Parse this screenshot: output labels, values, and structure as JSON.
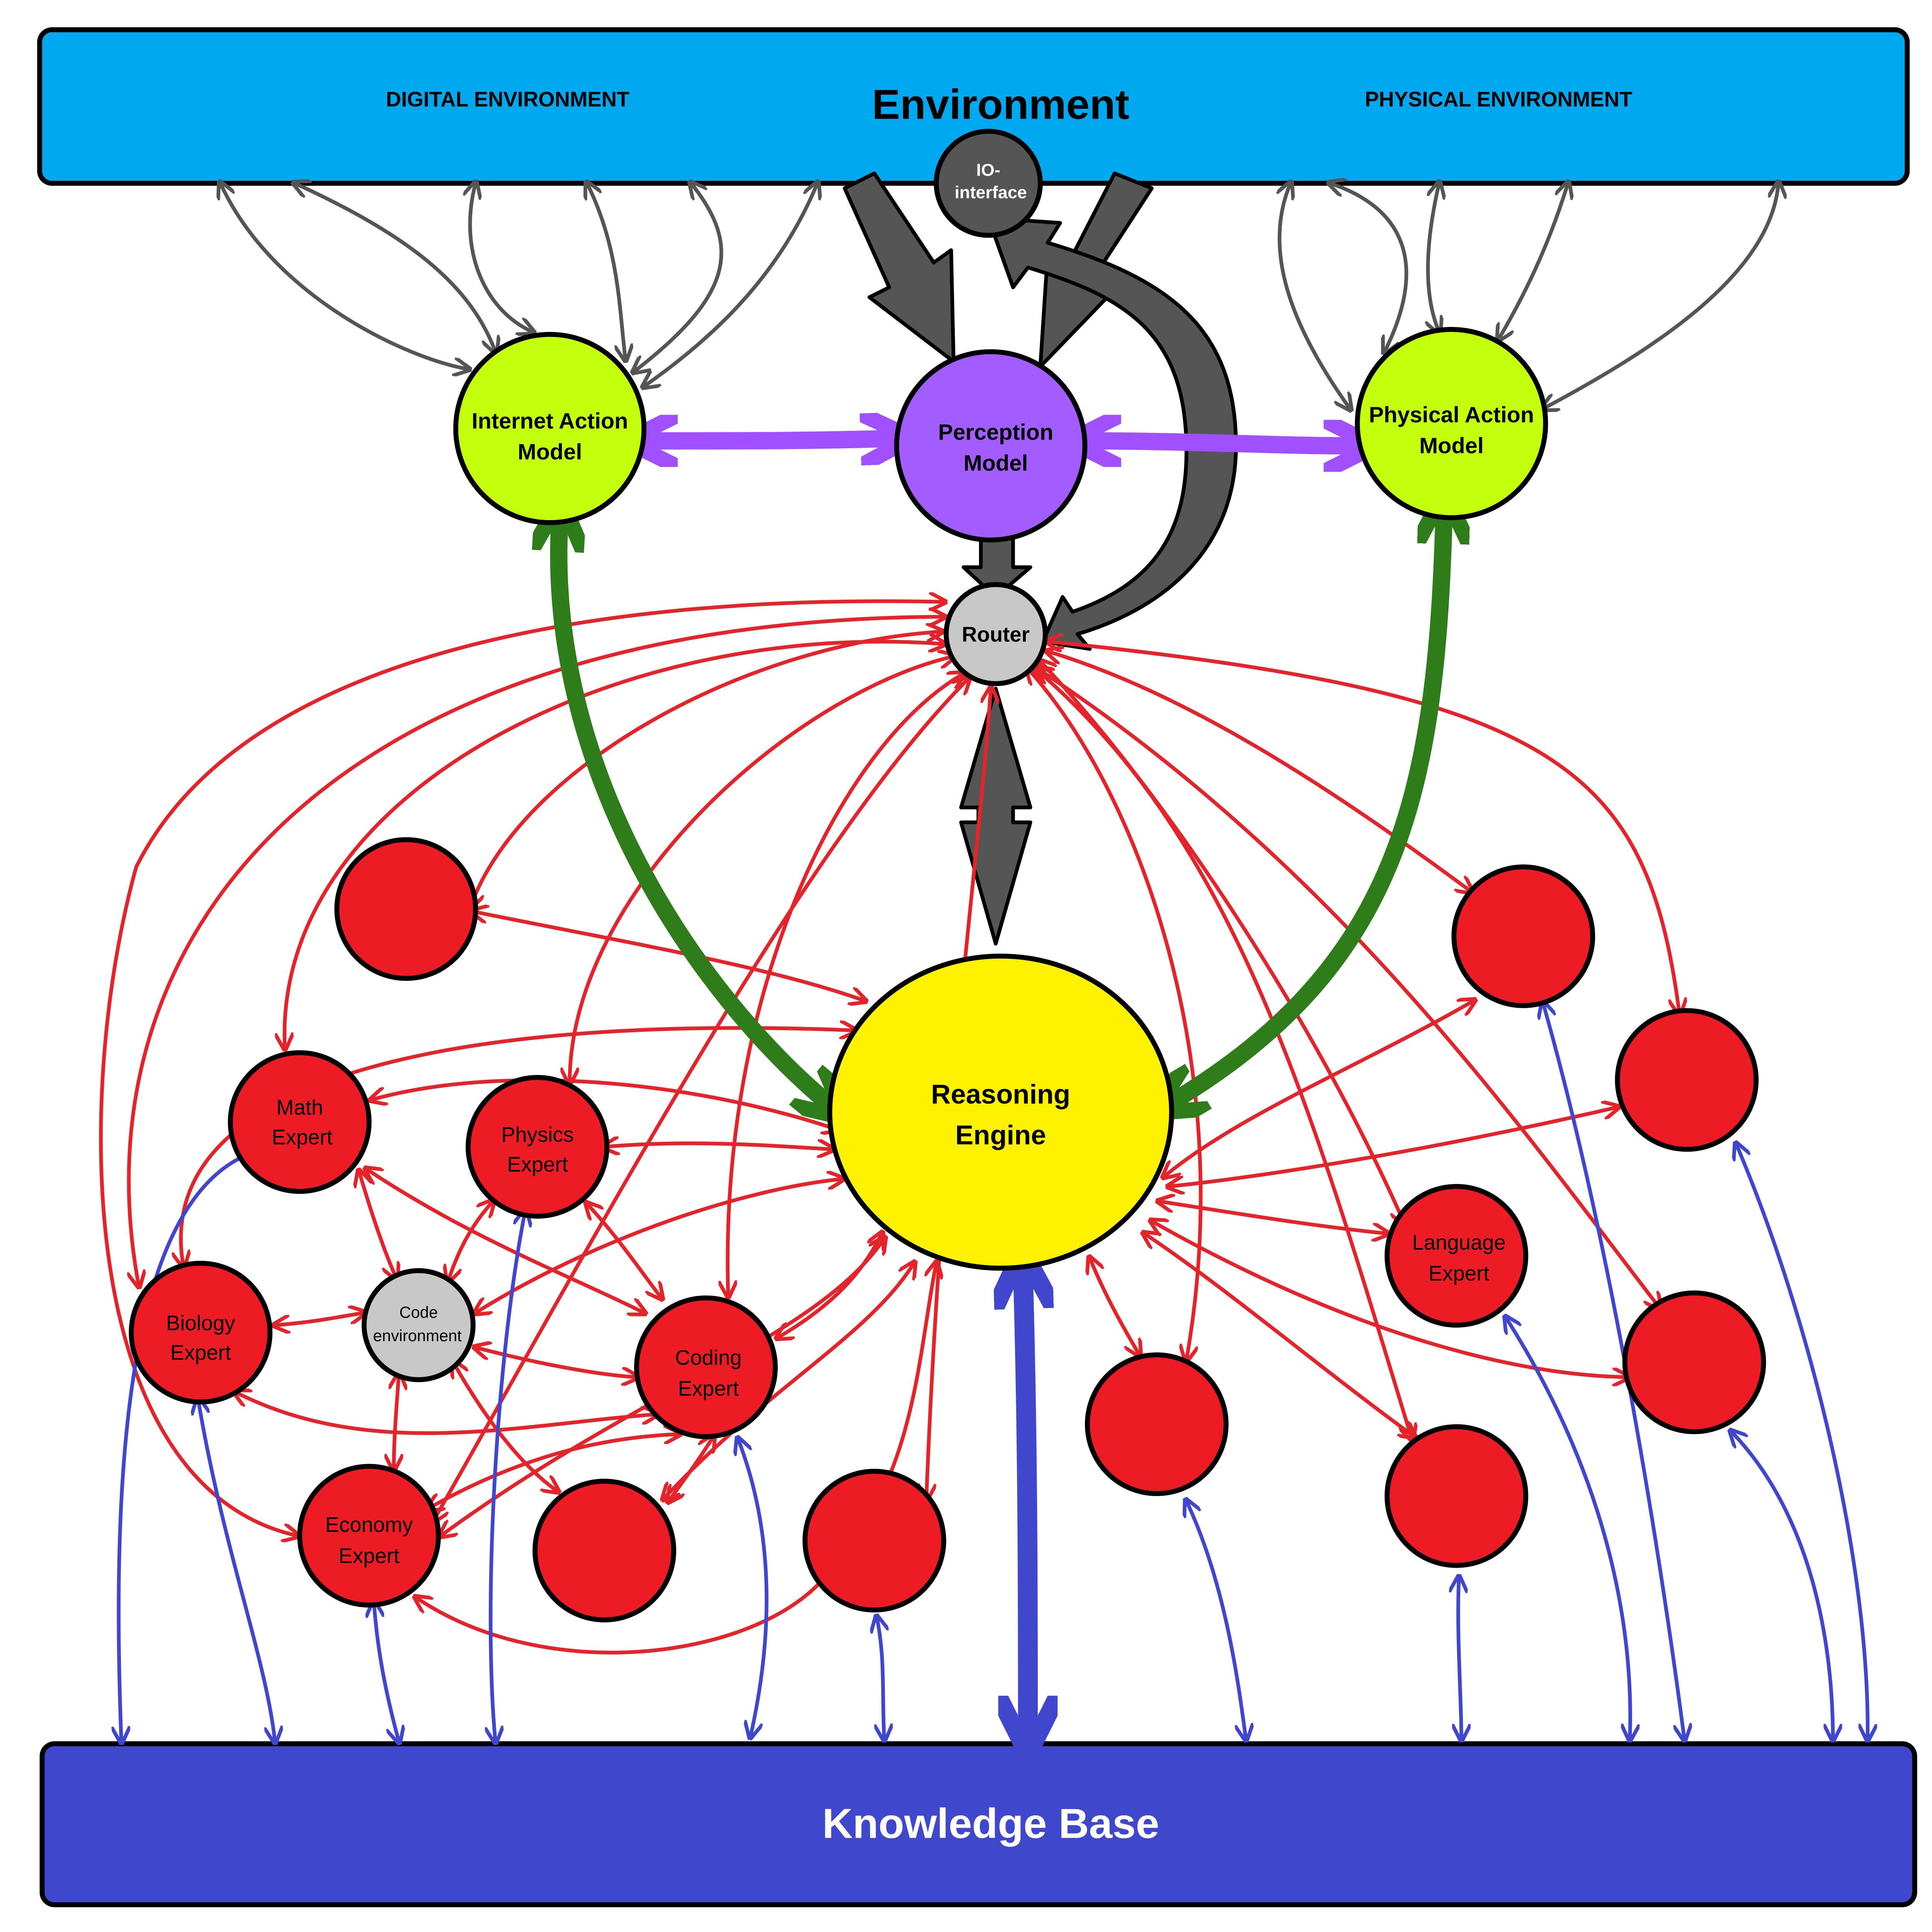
{
  "environment": {
    "title": "Environment",
    "digital_label": "DIGITAL ENVIRONMENT",
    "physical_label": "PHYSICAL ENVIRONMENT",
    "io_line1": "IO-",
    "io_line2": "interface",
    "color": "#00a8f0"
  },
  "models": {
    "internet_line1": "Internet Action",
    "internet_line2": "Model",
    "perception_line1": "Perception",
    "perception_line2": "Model",
    "physical_line1": "Physical Action",
    "physical_line2": "Model",
    "action_color": "#c4ff0e",
    "perception_color": "#a35cff"
  },
  "router": {
    "label": "Router",
    "color": "#c8c8c8"
  },
  "reasoning": {
    "line1": "Reasoning",
    "line2": "Engine",
    "color": "#fff200"
  },
  "experts": {
    "math_line1": "Math",
    "math_line2": "Expert",
    "physics_line1": "Physics",
    "physics_line2": "Expert",
    "biology_line1": "Biology",
    "biology_line2": "Expert",
    "code_env_line1": "Code",
    "code_env_line2": "environment",
    "coding_line1": "Coding",
    "coding_line2": "Expert",
    "economy_line1": "Economy",
    "economy_line2": "Expert",
    "language_line1": "Language",
    "language_line2": "Expert",
    "expert_color": "#ed1c24"
  },
  "knowledge_base": {
    "label": "Knowledge Base",
    "color": "#3f48cc"
  },
  "edge_colors": {
    "environment_links": "#555555",
    "expert_links": "#e3242b",
    "knowledge_links": "#4047cc",
    "action_links": "#2e7d1a",
    "perception_links": "#a050ff"
  }
}
